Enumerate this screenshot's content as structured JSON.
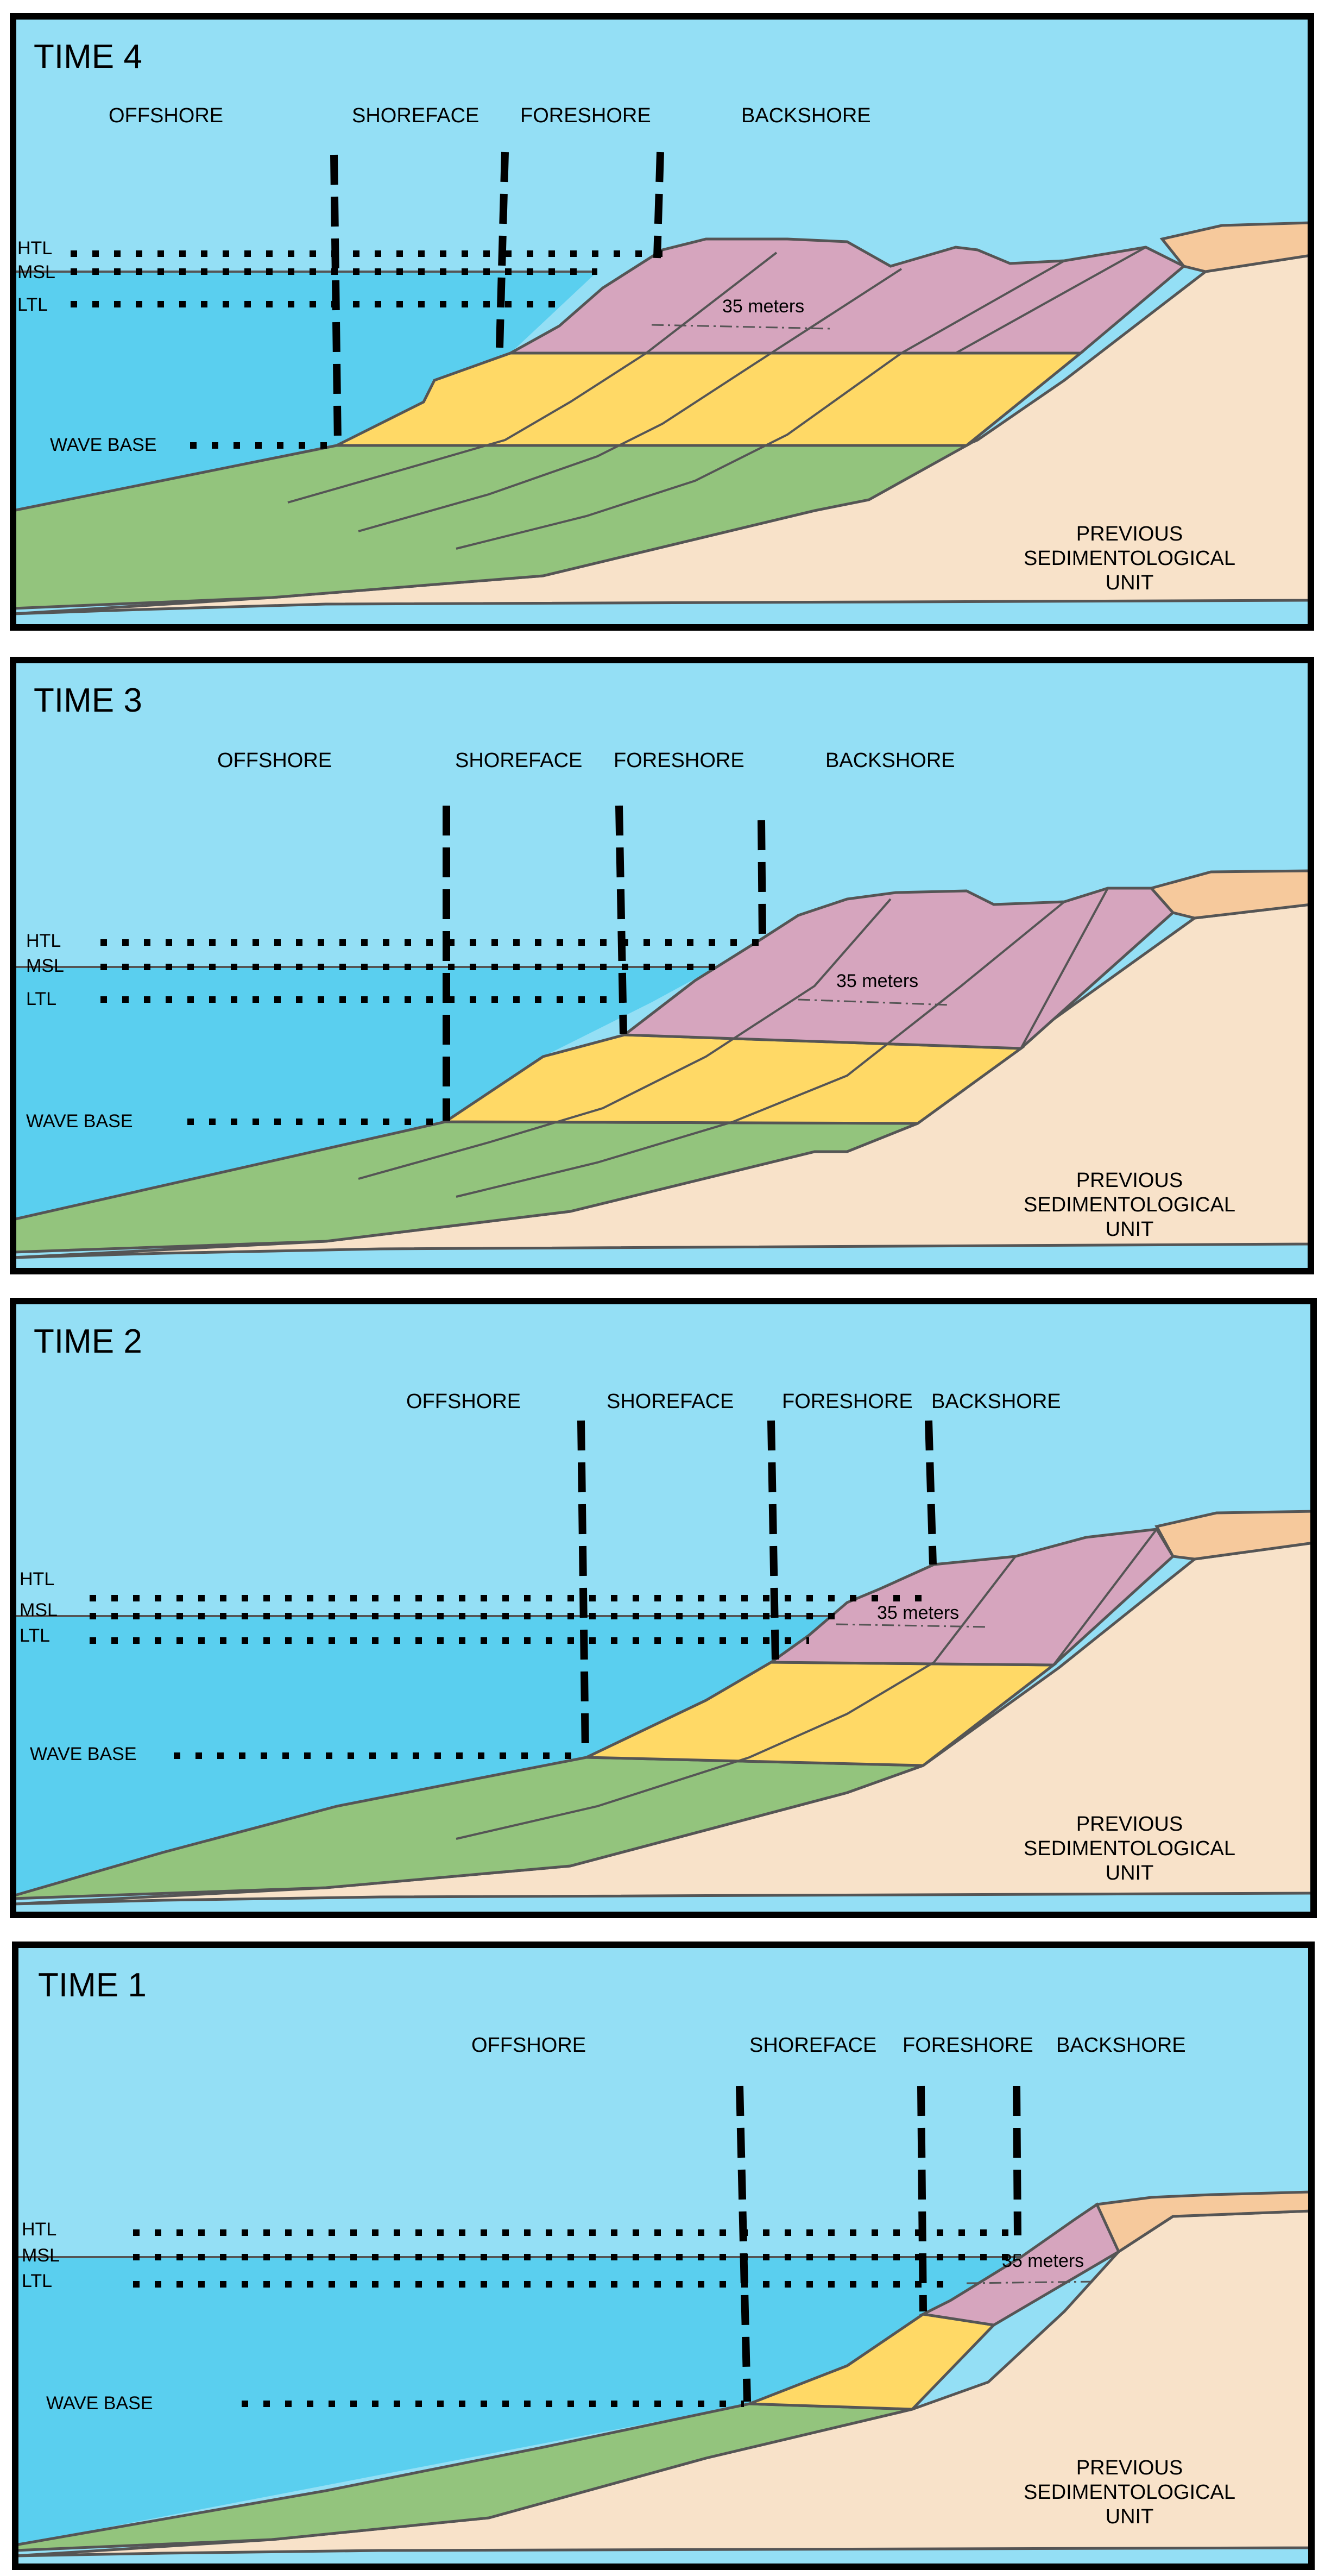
{
  "panels": [
    {
      "time": "TIME 4",
      "zones": [
        "OFFSHORE",
        "SHOREFACE",
        "FORESHORE",
        "BACKSHORE"
      ],
      "levels": {
        "htl": "HTL",
        "msl": "MSL",
        "ltl": "LTL",
        "wave_base": "WAVE BASE"
      },
      "measure": "35 meters",
      "unit": [
        "PREVIOUS",
        "SEDIMENTOLOGICAL",
        "UNIT"
      ]
    },
    {
      "time": "TIME 3",
      "zones": [
        "OFFSHORE",
        "SHOREFACE",
        "FORESHORE",
        "BACKSHORE"
      ],
      "levels": {
        "htl": "HTL",
        "msl": "MSL",
        "ltl": "LTL",
        "wave_base": "WAVE BASE"
      },
      "measure": "35 meters",
      "unit": [
        "PREVIOUS",
        "SEDIMENTOLOGICAL",
        "UNIT"
      ]
    },
    {
      "time": "TIME 2",
      "zones": [
        "OFFSHORE",
        "SHOREFACE",
        "FORESHORE",
        "BACKSHORE"
      ],
      "levels": {
        "htl": "HTL",
        "msl": "MSL",
        "ltl": "LTL",
        "wave_base": "WAVE BASE"
      },
      "measure": "35 meters",
      "unit": [
        "PREVIOUS",
        "SEDIMENTOLOGICAL",
        "UNIT"
      ]
    },
    {
      "time": "TIME 1",
      "zones": [
        "OFFSHORE",
        "SHOREFACE",
        "FORESHORE",
        "BACKSHORE"
      ],
      "levels": {
        "htl": "HTL",
        "msl": "MSL",
        "ltl": "LTL",
        "wave_base": "WAVE BASE"
      },
      "measure": "35 meters",
      "unit": [
        "PREVIOUS",
        "SEDIMENTOLOGICAL",
        "UNIT"
      ]
    }
  ],
  "colors": {
    "sky": "#94dff5",
    "sea": "#5acfef",
    "offshore_sediment": "#93c47d",
    "shoreface_sediment": "#ffd966",
    "backshore_sediment": "#d6a5be",
    "previous_unit": "#f8e2c9",
    "top_soil": "#f6c99c"
  }
}
